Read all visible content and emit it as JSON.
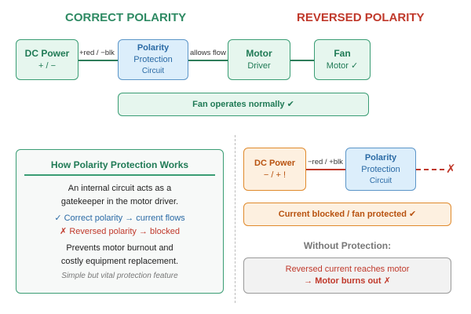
{
  "correct": {
    "heading": "CORRECT POLARITY",
    "dc_power": {
      "title": "DC Power",
      "sub": "+ / −"
    },
    "link1_label": "+red / −blk",
    "protection": {
      "line1": "Polarity",
      "line2": "Protection",
      "line3": "Circuit"
    },
    "link2_label": "allows flow",
    "driver": {
      "line1": "Motor",
      "line2": "Driver"
    },
    "fan": {
      "line1": "Fan",
      "line2": "Motor ✓"
    },
    "result": "Fan operates normally ✔"
  },
  "reversed": {
    "heading": "REVERSED POLARITY",
    "dc_power": {
      "title": "DC Power",
      "sub": "− / + !"
    },
    "link_label": "−red / +blk",
    "protection": {
      "line1": "Polarity",
      "line2": "Protection",
      "line3": "Circuit"
    },
    "blocked_mark": "✗",
    "result": "Current blocked / fan protected ✔",
    "without_heading": "Without Protection:",
    "without_line1": "Reversed current reaches motor",
    "without_line2": "→ Motor burns out ✗"
  },
  "explanation": {
    "title": "How Polarity Protection Works",
    "line1": "An internal circuit acts as a",
    "line2": "gatekeeper in the motor driver.",
    "ok_line": "✓ Correct polarity → current flows",
    "bad_line": "✗ Reversed polarity → blocked",
    "line3": "Prevents motor burnout and",
    "line4": "costly equipment replacement.",
    "note": "Simple but vital protection feature"
  },
  "colors": {
    "green": "#3a9d74",
    "blue": "#5b95c8",
    "orange": "#e08a2c",
    "red": "#c0392b",
    "grey": "#9a9a9a"
  }
}
